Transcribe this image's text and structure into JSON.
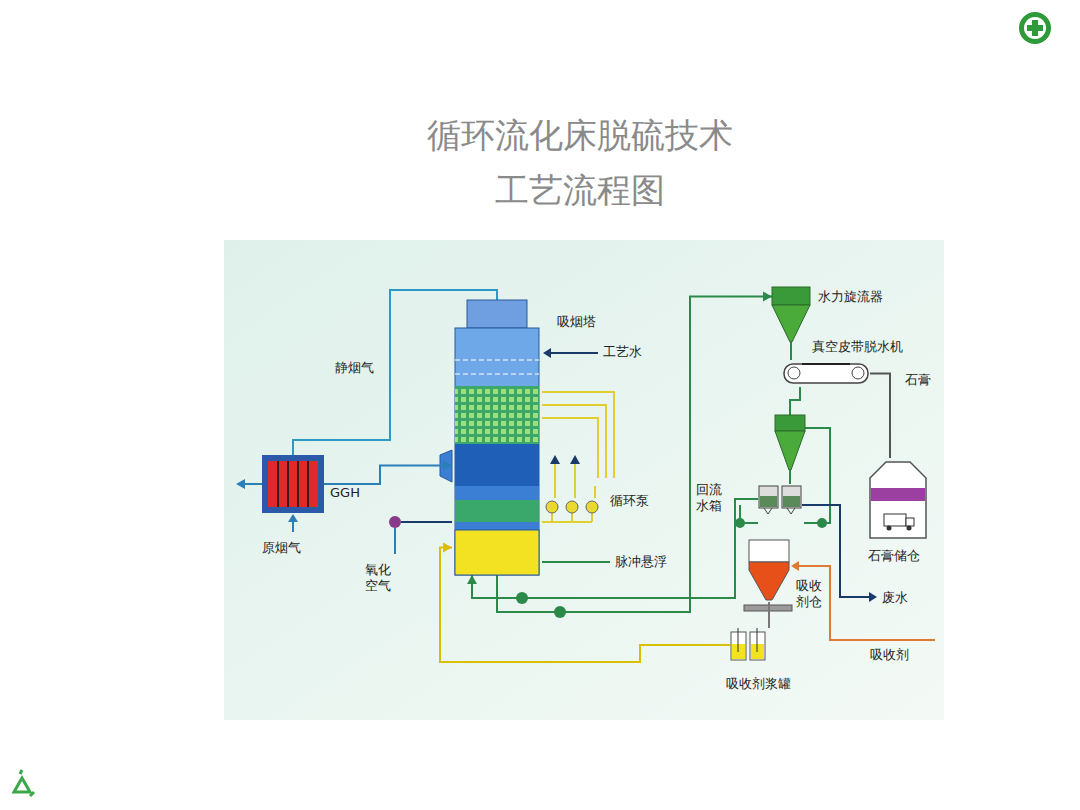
{
  "diagram": {
    "title": "循环流化床脱硫技术 工艺流程图",
    "nodes": [
      {
        "text": [
          "吸烟塔"
        ]
      },
      {
        "text": [
          "GGH"
        ]
      },
      {
        "text": [
          "水力旋流器"
        ]
      },
      {
        "text": [
          "真空皮带脱水机"
        ]
      },
      {
        "text": [
          "石膏储仓"
        ]
      },
      {
        "text": [
          "回流水箱"
        ]
      },
      {
        "text": [
          "吸收剂仓"
        ]
      },
      {
        "text": [
          "吸收剂浆罐"
        ]
      }
    ],
    "edges": [
      {
        "from": 1,
        "to": 0,
        "arrow": "to"
      },
      {
        "from": 0,
        "to": 1,
        "arrow": "none"
      },
      {
        "from": 0,
        "to": 2,
        "arrow": "to"
      },
      {
        "from": 2,
        "to": 3,
        "arrow": "none"
      },
      {
        "from": 3,
        "to": 4,
        "arrow": "none"
      },
      {
        "from": 5,
        "to": 0,
        "arrow": "to"
      },
      {
        "from": 6,
        "to": 7,
        "arrow": "none"
      },
      {
        "from": 7,
        "to": 0,
        "arrow": "to"
      }
    ],
    "labels": [
      "静烟气",
      "原烟气",
      "工艺水",
      "循环泵",
      "脉冲悬浮",
      "氧化空气",
      "石膏",
      "废水",
      "吸收剂"
    ]
  }
}
